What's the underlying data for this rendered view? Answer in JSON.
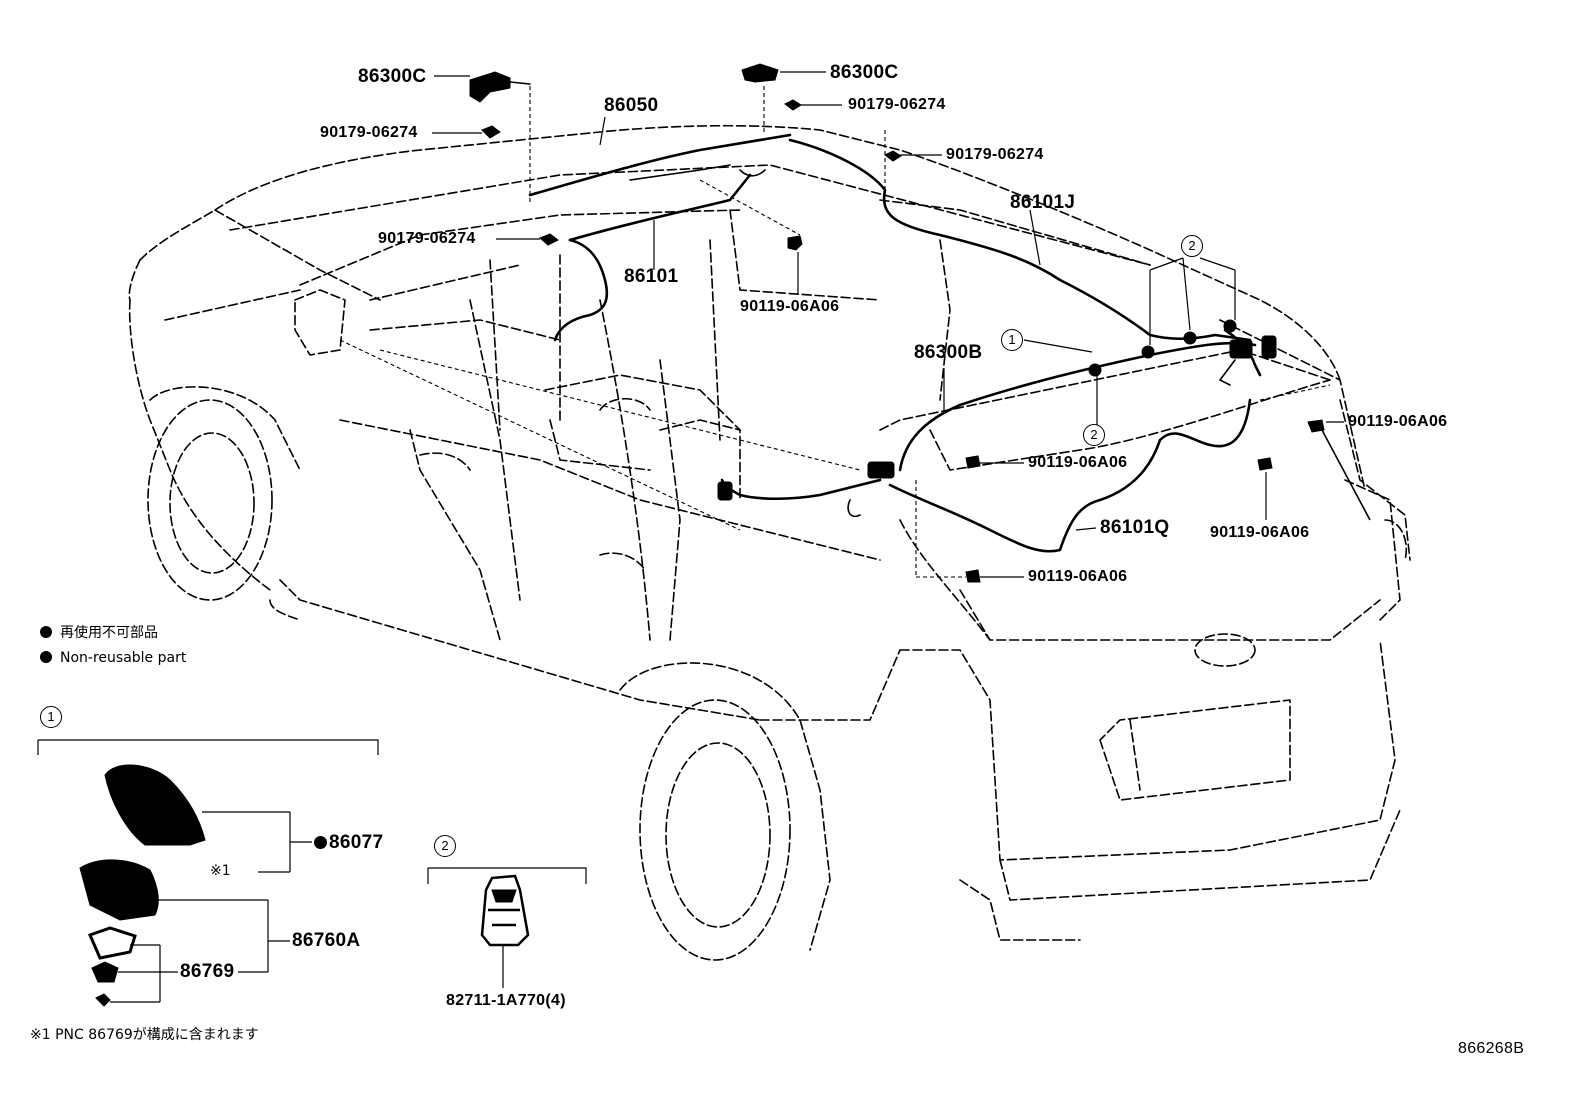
{
  "diagram_id": "866268B",
  "labels": {
    "p86300C_left": "86300C",
    "p86300C_right": "86300C",
    "p90179_top_left": "90179-06274",
    "p90179_top_right": "90179-06274",
    "p90179_right": "90179-06274",
    "p90179_mid_left": "90179-06274",
    "p86050": "86050",
    "p86101J": "86101J",
    "p86101": "86101",
    "p90119_mid": "90119-06A06",
    "p86300B": "86300B",
    "p90119_right": "90119-06A06",
    "p90119_center": "90119-06A06",
    "p90119_lower_right": "90119-06A06",
    "p86101Q": "86101Q",
    "p90119_bottom": "90119-06A06"
  },
  "callouts": {
    "one": "1",
    "two": "2"
  },
  "legend": {
    "jp": "再使用不可部品",
    "en": "Non-reusable part"
  },
  "detail1": {
    "marker": "1",
    "p86077": "86077",
    "note_mark": "※1",
    "p86760A": "86760A",
    "p86769": "86769"
  },
  "detail2": {
    "marker": "2",
    "p82711": "82711-1A770(4)"
  },
  "footnote": "※1 PNC 86769が構成に含まれます"
}
